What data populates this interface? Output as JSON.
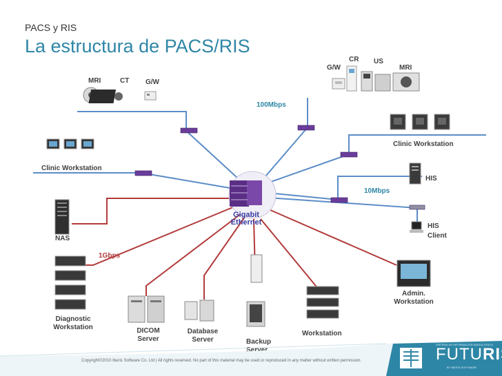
{
  "slide": {
    "subtitle": "PACS y RIS",
    "title": "La estructura de PACS/RIS"
  },
  "labels": {
    "mri_left": "MRI",
    "ct": "CT",
    "gw_left": "G/W",
    "gw_right": "G/W",
    "cr": "CR",
    "us": "US",
    "mri_right": "MRI",
    "clinic_ws_right": "Clinic Workstation",
    "clinic_ws_left": "Clinic Workstation",
    "his": "HIS",
    "his_client_1": "HIS",
    "his_client_2": "Client",
    "nas": "NAS",
    "admin_ws_1": "Admin.",
    "admin_ws_2": "Workstation",
    "diag_ws_1": "Diagnostic",
    "diag_ws_2": "Workstation",
    "dicom_1": "DICOM",
    "dicom_2": "Server",
    "db_1": "Database",
    "db_2": "Server",
    "backup_1": "Backup",
    "backup_2": "Server",
    "workstation": "Workstation"
  },
  "network": {
    "speed_100": "100Mbps",
    "speed_10": "10Mbps",
    "speed_1g": "1Gbps",
    "core_1": "Gigabit",
    "core_2": "Ethernet"
  },
  "colors": {
    "title": "#2e86a6",
    "line_100mbps": "#5b8cc7",
    "line_gigabit": "#b23a3a",
    "switch": "#6a3d9a",
    "footer": "#2e86a6"
  },
  "footer": {
    "copyright": "Copyright©2010 Iberis Software Co. Ltd | All rights reserved. No part of this material may be used or reproduced in any matter without written permission.",
    "logo_word_a": "FUTU",
    "logo_word_b": "RIS",
    "logo_top": "SISTEMA DE INFORMACIÓN RADIOLÓGICO",
    "logo_bottom": "BY IBERIS SOFTWARE"
  }
}
